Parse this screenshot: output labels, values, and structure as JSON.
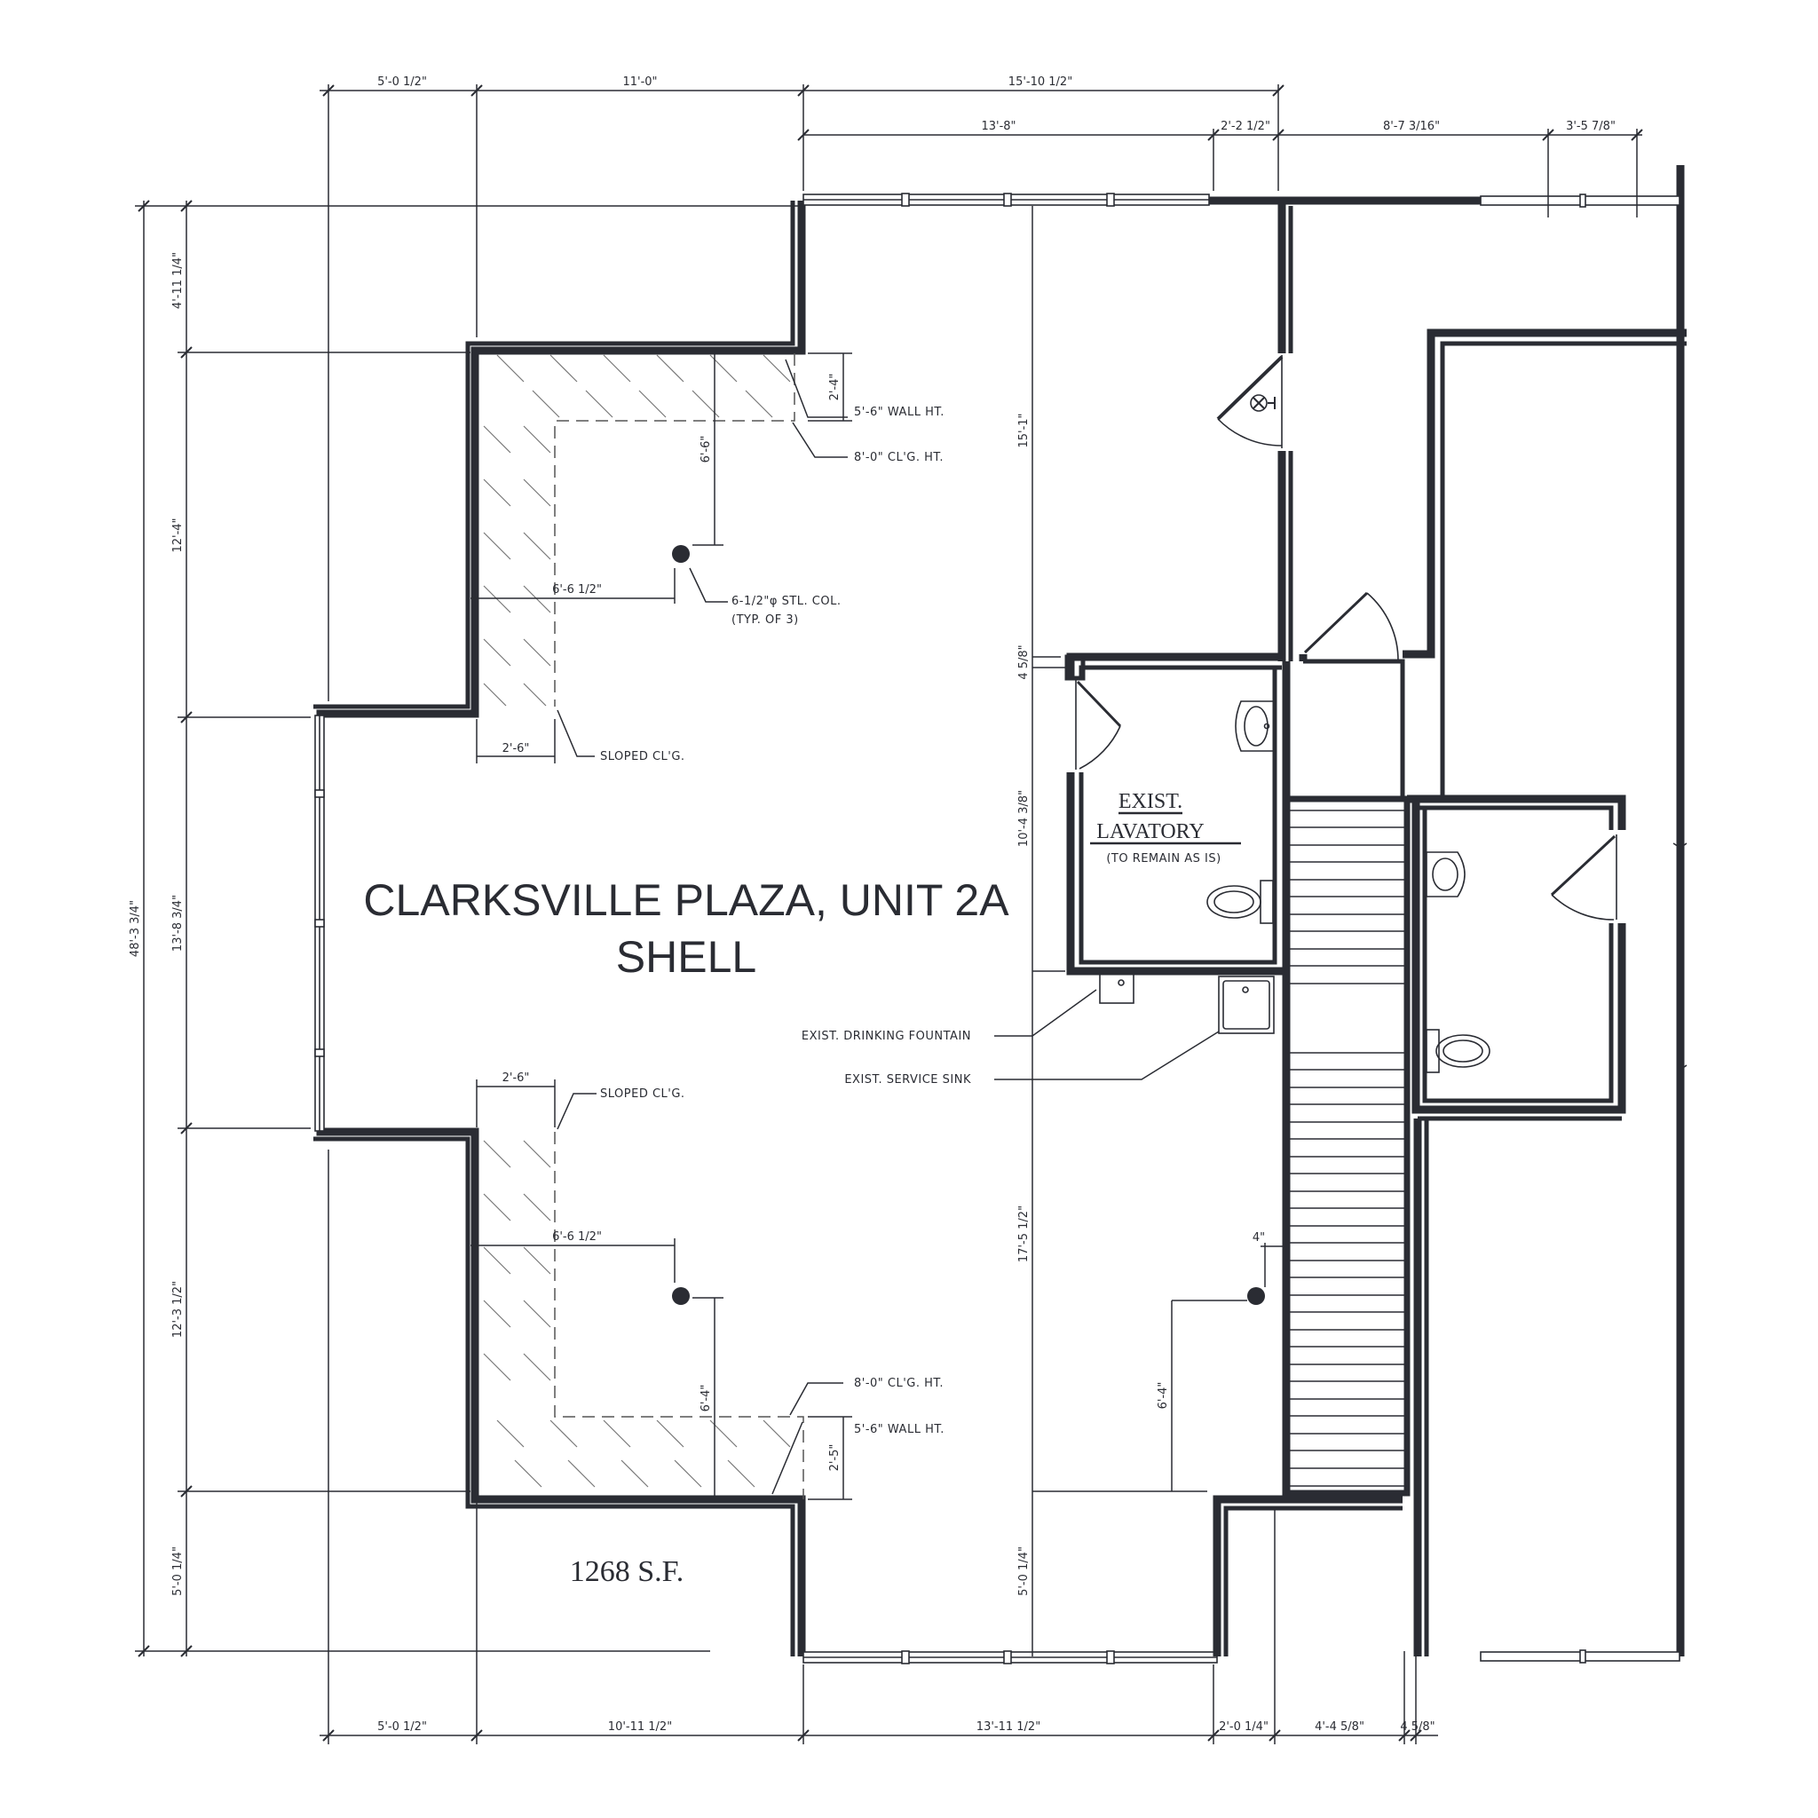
{
  "drawing": {
    "title_line1": "CLARKSVILLE PLAZA, UNIT 2A",
    "title_line2": "SHELL",
    "area": "1268 S.F."
  },
  "dimensions": {
    "top_row1": [
      "5'-0 1/2\"",
      "11'-0\"",
      "15'-10 1/2\""
    ],
    "top_row2": [
      "13'-8\"",
      "2'-2 1/2\"",
      "8'-7 3/16\"",
      "3'-5 7/8\""
    ],
    "left_outer": "48'-3 3/4\"",
    "left_inner": [
      "4'-11 1/4\"",
      "12'-4\"",
      "13'-8 3/4\"",
      "12'-3 1/2\"",
      "5'-0 1/4\""
    ],
    "interior_vertical": [
      "15'-1\"",
      "4 5/8\"",
      "10'-4 3/8\"",
      "17'-5 1/2\"",
      "5'-0 1/4\""
    ],
    "bottom_row": [
      "5'-0 1/2\"",
      "10'-11 1/2\"",
      "13'-11 1/2\"",
      "2'-0 1/4\"",
      "4'-4 5/8\"",
      "4 5/8\""
    ],
    "upper_hatch": {
      "height": "2'-4\"",
      "col_offset_y": "6'-6\"",
      "col_offset_x": "6'-6 1/2\"",
      "slope_width": "2'-6\""
    },
    "lower_hatch": {
      "height": "2'-5\"",
      "col_offset_y": "6'-4\"",
      "col_offset_x": "6'-6 1/2\"",
      "slope_width": "2'-6\""
    },
    "right_column": {
      "offset_y": "6'-4\"",
      "offset_x": "4\""
    }
  },
  "notes": {
    "wall_ht": "5'-6\" WALL HT.",
    "clg_ht": "8'-0\" CL'G. HT.",
    "column_line1": "6-1/2\"φ STL. COL.",
    "column_line2": "(TYP. OF 3)",
    "sloped_clg": "SLOPED CL'G.",
    "drinking_fountain": "EXIST. DRINKING FOUNTAIN",
    "service_sink": "EXIST. SERVICE SINK"
  },
  "rooms": {
    "lavatory_line1": "EXIST.",
    "lavatory_line2": "LAVATORY",
    "lavatory_sub": "(TO REMAIN AS IS)"
  },
  "colors": {
    "ink": "#2a2c33",
    "paper": "#ffffff"
  }
}
